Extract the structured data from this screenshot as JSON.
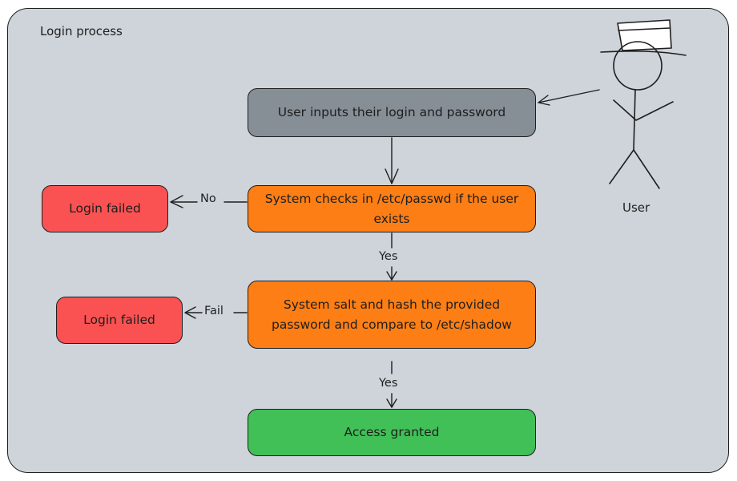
{
  "diagram": {
    "title": "Login process",
    "actor": {
      "label": "User"
    },
    "nodes": {
      "input": "User inputs their login and password",
      "check_user": "System checks in /etc/passwd if the user exists",
      "check_password": "System salt and hash the provided password and compare to /etc/shadow",
      "granted": "Access granted",
      "failed_1": "Login failed",
      "failed_2": "Login failed"
    },
    "edges": {
      "no": "No",
      "fail": "Fail",
      "yes_1": "Yes",
      "yes_2": "Yes"
    },
    "colors": {
      "background": "#ced4da",
      "input_box": "#868e96",
      "process_box": "#fd7e14",
      "failure_box": "#fa5252",
      "success_box": "#40c057",
      "stroke": "#1e1e1e"
    }
  }
}
